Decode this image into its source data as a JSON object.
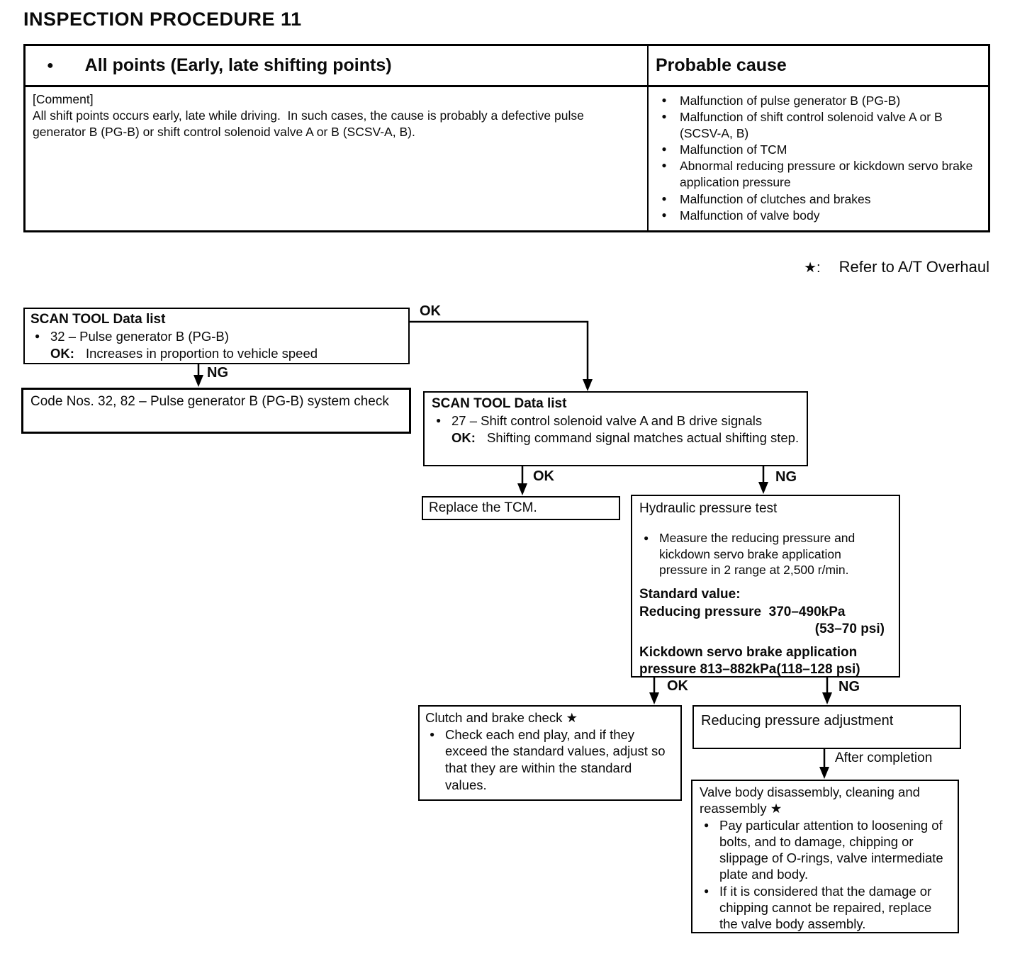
{
  "page": {
    "title": "INSPECTION PROCEDURE 11",
    "note_star": "★:",
    "note_text": "Refer to A/T Overhaul"
  },
  "glyphs": {
    "bullet": "●"
  },
  "table": {
    "header": {
      "symptom": "All points (Early, late shifting points)",
      "cause": "Probable cause"
    },
    "comment_label": "[Comment]",
    "comment_text": "All shift points occurs early, late while driving.  In such cases, the cause is probably a defective pulse generator B (PG-B) or shift control solenoid valve A or B (SCSV-A, B).",
    "causes": [
      "Malfunction of pulse generator B (PG-B)",
      "Malfunction of shift control solenoid valve A or B (SCSV-A, B)",
      "Malfunction of TCM",
      "Abnormal reducing pressure or kickdown servo brake application pressure",
      "Malfunction of clutches and brakes",
      "Malfunction of valve body"
    ]
  },
  "flowchart": {
    "labels": {
      "ok": "OK",
      "ng": "NG",
      "after_completion": "After completion"
    },
    "scan_tool_1": {
      "title": "SCAN TOOL Data list",
      "item": "32 – Pulse generator B (PG-B)",
      "ok_label": "OK:",
      "ok_text": "Increases in proportion to vehicle speed"
    },
    "code_check": {
      "text": "Code Nos. 32, 82 – Pulse generator B (PG-B) system check"
    },
    "scan_tool_2": {
      "title": "SCAN TOOL Data list",
      "item": "27 – Shift control solenoid valve A and B drive signals",
      "ok_label": "OK:",
      "ok_text": "Shifting command signal matches actual shifting step."
    },
    "replace_tcm": {
      "text": "Replace the TCM."
    },
    "hydraulic": {
      "title": "Hydraulic pressure test",
      "measure": "Measure the reducing pressure and kickdown servo brake application pressure in 2 range at 2,500 r/min.",
      "standard_label": "Standard value:",
      "reducing_line": "Reducing pressure  370–490kPa",
      "reducing_psi": "(53–70 psi)",
      "kickdown_line": "Kickdown servo brake application pressure 813–882kPa(118–128 psi)"
    },
    "clutch_check": {
      "title": "Clutch and brake check ★",
      "text": "Check each end play, and if they exceed the standard values, adjust so that they are within the standard values."
    },
    "reducing_adjustment": {
      "text": "Reducing pressure adjustment"
    },
    "valve_body": {
      "title": "Valve body disassembly, cleaning and reassembly ★",
      "items": [
        "Pay particular attention to loosening of bolts, and to damage, chipping or slippage of O-rings, valve intermediate plate and body.",
        "If it is considered that the damage or chipping cannot be repaired, replace the valve body assembly."
      ]
    }
  }
}
